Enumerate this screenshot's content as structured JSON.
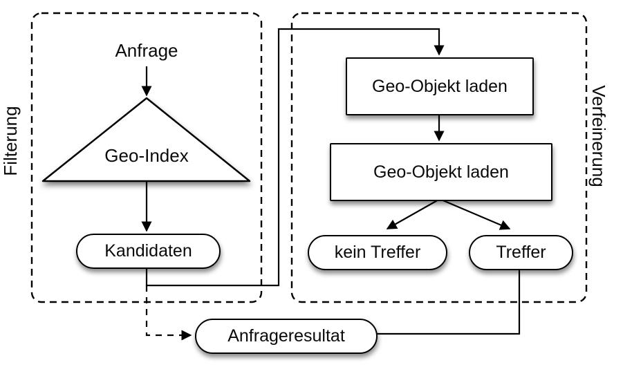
{
  "diagram": {
    "title": "Geo query processing flow (filter and refinement steps)",
    "colors": {
      "background": "#ffffff",
      "stroke": "#000000",
      "fill": "#ffffff"
    },
    "regions": {
      "filtering": {
        "label": "Filterung"
      },
      "refinement": {
        "label": "Verfeinerung"
      }
    },
    "nodes": {
      "anfrage": {
        "label": "Anfrage",
        "shape": "text"
      },
      "geo_index": {
        "label": "Geo-Index",
        "shape": "triangle"
      },
      "kandidaten": {
        "label": "Kandidaten",
        "shape": "oval"
      },
      "load1": {
        "label": "Geo-Objekt laden",
        "shape": "rect"
      },
      "load2": {
        "label": "Geo-Objekt laden",
        "shape": "rect"
      },
      "kein_treffer": {
        "label": "kein Treffer",
        "shape": "oval"
      },
      "treffer": {
        "label": "Treffer",
        "shape": "oval"
      },
      "anfrageresultat": {
        "label": "Anfrageresultat",
        "shape": "oval"
      }
    },
    "edges": [
      {
        "from": "anfrage",
        "to": "geo_index",
        "style": "solid",
        "arrow": true
      },
      {
        "from": "geo_index",
        "to": "kandidaten",
        "style": "solid",
        "arrow": true
      },
      {
        "from": "kandidaten",
        "to": "load1",
        "style": "solid",
        "arrow": true
      },
      {
        "from": "load1",
        "to": "load2",
        "style": "solid",
        "arrow": true
      },
      {
        "from": "load2",
        "to": "kein_treffer",
        "style": "solid",
        "arrow": true
      },
      {
        "from": "load2",
        "to": "treffer",
        "style": "solid",
        "arrow": true
      },
      {
        "from": "kandidaten",
        "to": "anfrageresultat",
        "style": "dashed",
        "arrow": true
      },
      {
        "from": "treffer",
        "to": "anfrageresultat",
        "style": "solid",
        "arrow": false
      }
    ]
  }
}
